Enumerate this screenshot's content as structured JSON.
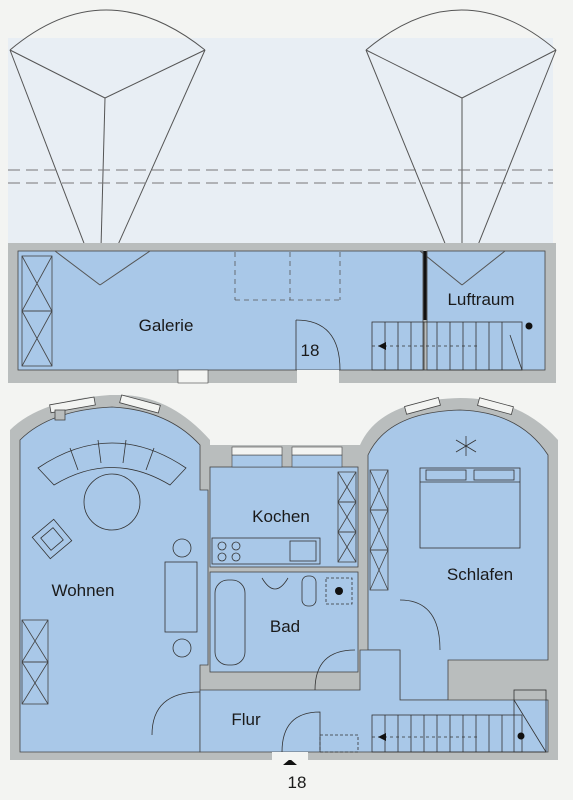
{
  "upper_floor": {
    "rooms": {
      "galerie": "Galerie",
      "luftraum": "Luftraum"
    },
    "number": "18"
  },
  "lower_floor": {
    "rooms": {
      "kochen": "Kochen",
      "wohnen": "Wohnen",
      "schlafen": "Schlafen",
      "bad": "Bad",
      "flur": "Flur"
    },
    "number": "18"
  },
  "colors": {
    "room_fill": "#a9c8e8",
    "wall": "#b9bdbd",
    "line": "#2b2b2b",
    "background": "#f3f4f2"
  }
}
